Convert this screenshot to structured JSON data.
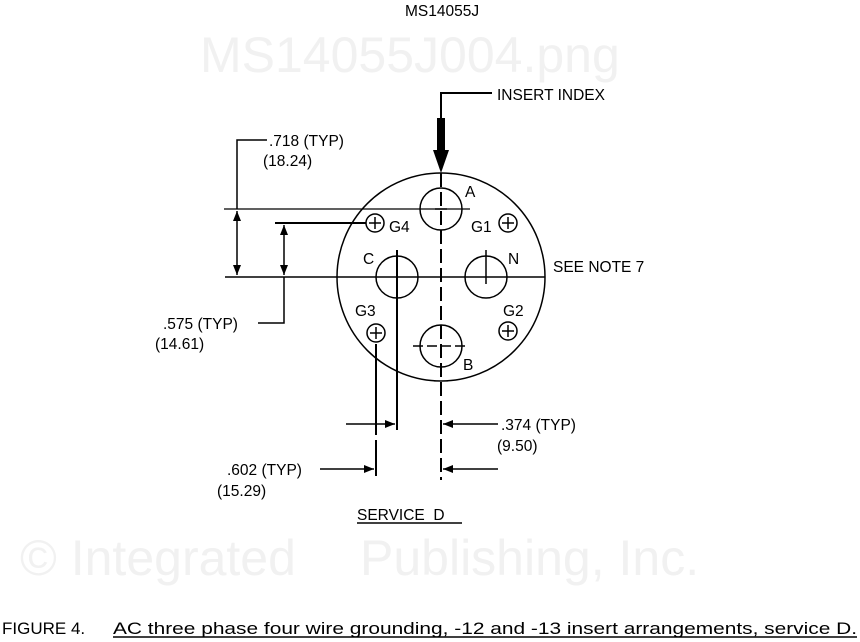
{
  "header": {
    "doc_id": "MS14055J"
  },
  "watermark": {
    "line1": "© Integrated",
    "line2": "Publishing, Inc.",
    "line3": "MS14055J004.png"
  },
  "diagram": {
    "insert_index": "INSERT INDEX",
    "see_note": "SEE NOTE 7",
    "pins": {
      "a": "A",
      "b": "B",
      "c": "C",
      "n": "N",
      "g1": "G1",
      "g2": "G2",
      "g3": "G3",
      "g4": "G4"
    },
    "dims": {
      "d718": ".718 (TYP)",
      "d718_mm": "(18.24)",
      "d575": ".575 (TYP)",
      "d575_mm": "(14.61)",
      "d374": ".374 (TYP)",
      "d374_mm": "(9.50)",
      "d602": ".602 (TYP)",
      "d602_mm": "(15.29)"
    },
    "service_label": "SERVICE  D"
  },
  "caption": {
    "prefix": "FIGURE 4.",
    "text": "AC three phase four wire grounding, -12 and -13 insert arrangements, service D."
  }
}
